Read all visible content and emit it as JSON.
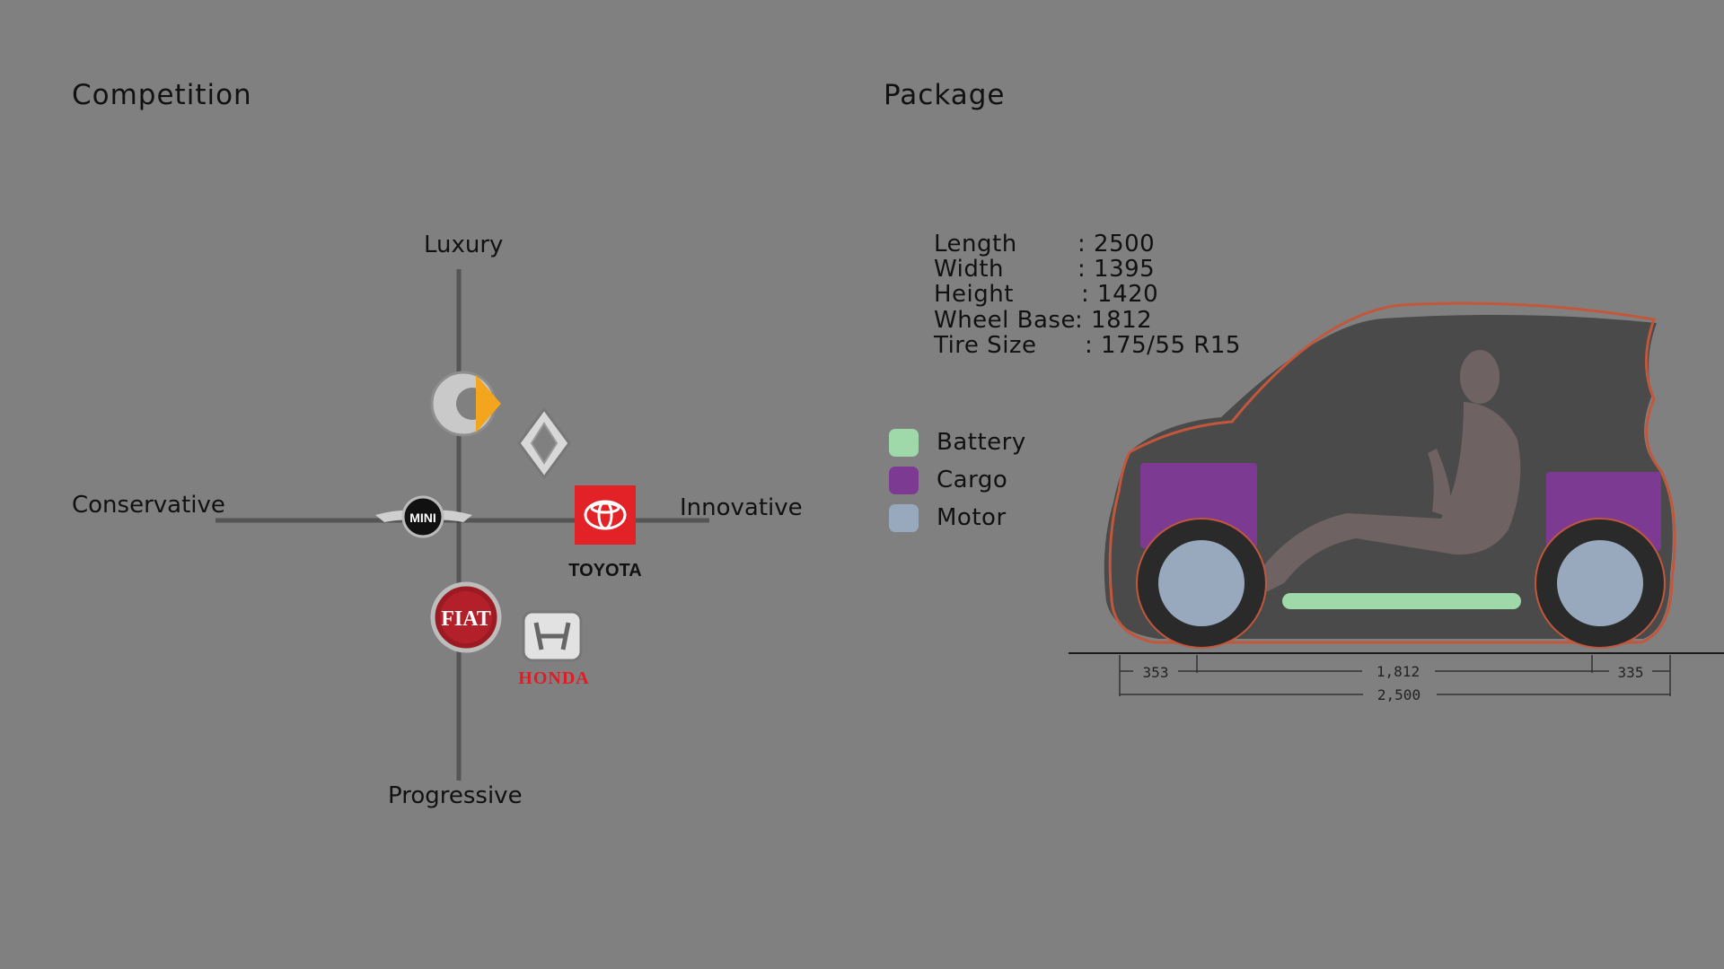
{
  "competition": {
    "title": "Competition",
    "axes": {
      "top": "Luxury",
      "bottom": "Progressive",
      "left": "Conservative",
      "right": "Innovative"
    },
    "brands": [
      {
        "key": "smart",
        "icon": "smart-logo-icon"
      },
      {
        "key": "renault",
        "icon": "renault-logo-icon"
      },
      {
        "key": "mini",
        "icon": "mini-logo-icon",
        "text": "MINI"
      },
      {
        "key": "toyota",
        "icon": "toyota-logo-icon",
        "text": "TOYOTA"
      },
      {
        "key": "fiat",
        "icon": "fiat-logo-icon",
        "text": "FIAT"
      },
      {
        "key": "honda",
        "icon": "honda-logo-icon",
        "text": "HONDA"
      }
    ]
  },
  "package": {
    "title": "Package",
    "specs": [
      {
        "label": "Length",
        "value": ": 2500"
      },
      {
        "label": "Width",
        "value": ": 1395"
      },
      {
        "label": "Height",
        "value": ": 1420"
      },
      {
        "label": "Wheel Base",
        "value": ": 1812"
      },
      {
        "label": "Tire Size",
        "value": ": 175/55 R15"
      }
    ],
    "legend": [
      {
        "label": "Battery",
        "color": "#9fd8a9"
      },
      {
        "label": "Cargo",
        "color": "#7c3a93"
      },
      {
        "label": "Motor",
        "color": "#98a9bd"
      }
    ],
    "dimensions": {
      "front_overhang": "353",
      "wheel_base": "1,812",
      "rear_overhang": "335",
      "length": "2,500"
    }
  }
}
